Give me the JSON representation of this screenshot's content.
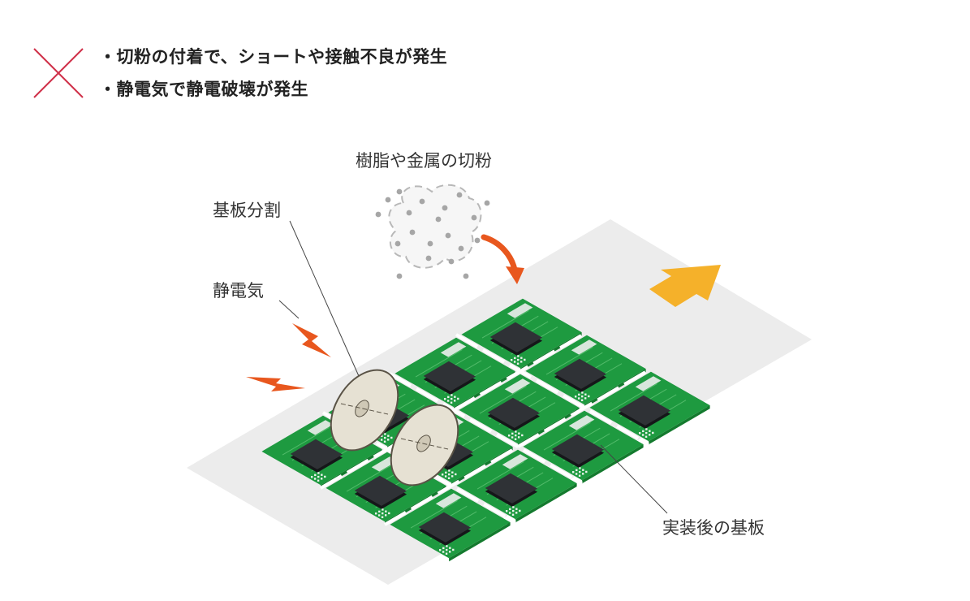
{
  "warning": {
    "icon": "cross-mark-icon",
    "icon_color": "#d0314a",
    "items": [
      "・切粉の付着で、ショートや接触不良が発生",
      "・静電気で静電破壊が発生"
    ]
  },
  "diagram": {
    "labels": {
      "debris": "樹脂や金属の切粉",
      "splitting": "基板分割",
      "static": "静電気",
      "board": "実装後の基板"
    },
    "icons": {
      "debris_cloud": "dust-cloud-icon",
      "static_bolts": "lightning-bolt-icon",
      "debris_arrow": "curved-arrow-icon",
      "direction_arrow": "feed-direction-arrow-icon",
      "blades": "cutting-blade-icon"
    },
    "colors": {
      "pcb": "#1e9a40",
      "pcb_edge": "#147a2e",
      "sheet": "#ececec",
      "bolt": "#e8571e",
      "arrow_orange": "#e8571e",
      "arrow_yellow": "#f5b12a",
      "blade": "#e6e1d3",
      "blade_edge": "#5a5346",
      "chip": "#2f3236"
    }
  }
}
